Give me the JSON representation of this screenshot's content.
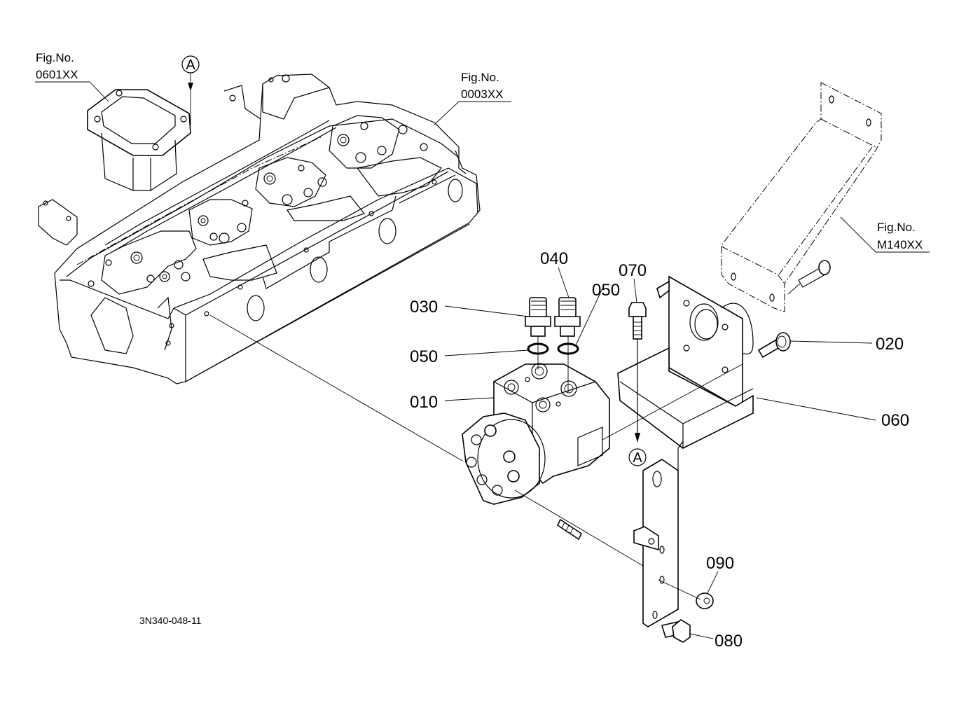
{
  "diagram": {
    "title_code": "3N340-048-11",
    "figure_refs": [
      {
        "line1": "Fig.No.",
        "line2": "0601XX"
      },
      {
        "line1": "Fig.No.",
        "line2": "0003XX"
      },
      {
        "line1": "Fig.No.",
        "line2": "M140XX"
      }
    ],
    "reference_marker": "A",
    "part_labels": {
      "p010": "010",
      "p020": "020",
      "p030": "030",
      "p040": "040",
      "p050a": "050",
      "p050b": "050",
      "p060": "060",
      "p070": "070",
      "p080": "080",
      "p090": "090"
    }
  }
}
